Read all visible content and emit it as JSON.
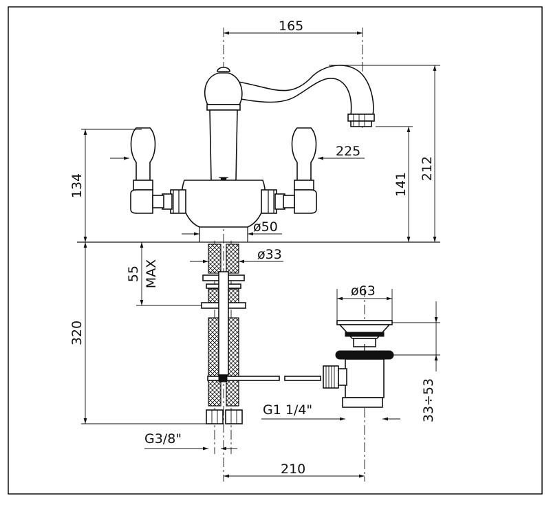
{
  "dimensions": {
    "d165": "165",
    "d225": "225",
    "d212": "212",
    "d141": "141",
    "d134": "134",
    "d50": "ø50",
    "d33": "ø33",
    "d55": "55",
    "dmax": "MAX",
    "d320": "320",
    "d63": "ø63",
    "d3353": "33÷53",
    "g114": "G1  1/4\"",
    "g38": "G3/8\"",
    "d210": "210"
  }
}
